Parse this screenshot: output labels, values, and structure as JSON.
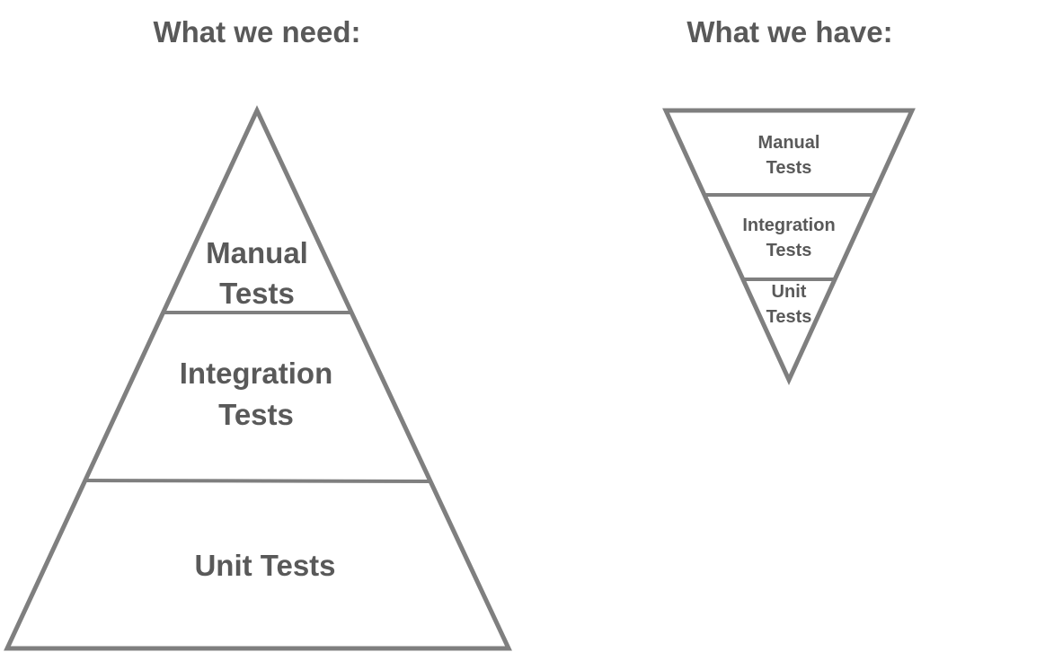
{
  "left_pyramid": {
    "heading": "What we need:",
    "layers": {
      "top": {
        "line1": "Manual",
        "line2": "Tests"
      },
      "middle": {
        "line1": "Integration",
        "line2": "Tests"
      },
      "bottom": {
        "line1": "Unit Tests"
      }
    }
  },
  "right_pyramid": {
    "heading": "What we have:",
    "layers": {
      "top": {
        "line1": "Manual",
        "line2": "Tests"
      },
      "middle": {
        "line1": "Integration",
        "line2": "Tests"
      },
      "bottom": {
        "line1": "Unit",
        "line2": "Tests"
      }
    }
  },
  "colors": {
    "outline": "#7f7f7f",
    "text": "#595959",
    "background": "#ffffff"
  }
}
